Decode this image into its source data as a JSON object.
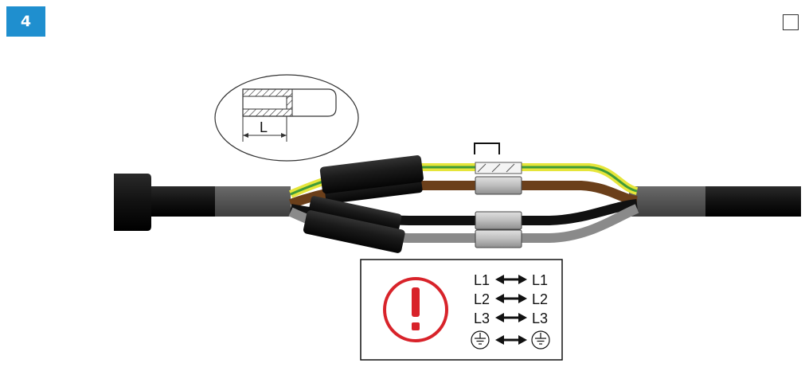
{
  "step": {
    "number": "4"
  },
  "detail": {
    "dimension_label": "L"
  },
  "legend": {
    "rows": [
      {
        "left": "L1",
        "right": "L1"
      },
      {
        "left": "L2",
        "right": "L2"
      },
      {
        "left": "L3",
        "right": "L3"
      }
    ],
    "ground_icon": "ground-symbol-icon",
    "warning_icon": "exclamation-warning-icon"
  },
  "colors": {
    "badge": "#1f8fcf",
    "warning": "#d8232a",
    "cable_black": "#1c1c1c",
    "cable_grey": "#5b5b5b",
    "wire_brown": "#6b3f1a",
    "wire_yellow": "#e6e53a",
    "wire_green": "#3f9a3a",
    "wire_grey": "#8a8a8a",
    "connector": "#c4c4c4"
  }
}
